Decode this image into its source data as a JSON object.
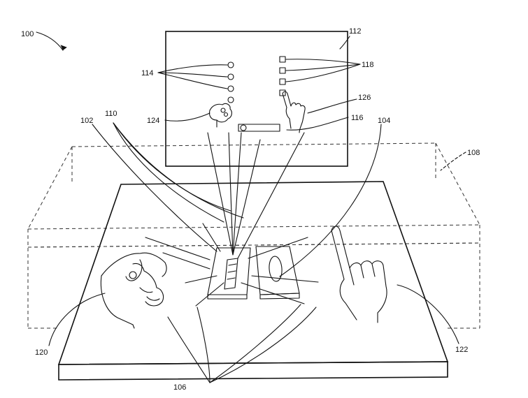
{
  "labels": {
    "system": "100",
    "sensor_a": "102",
    "sensor_b": "104",
    "touch_points": "106",
    "volume": "108",
    "light_lines": "110",
    "display": "112",
    "circle_items": "114",
    "slider": "116",
    "square_items": "118",
    "left_hand": "120",
    "right_hand": "122",
    "left_cursor": "124",
    "right_cursor": "126"
  }
}
